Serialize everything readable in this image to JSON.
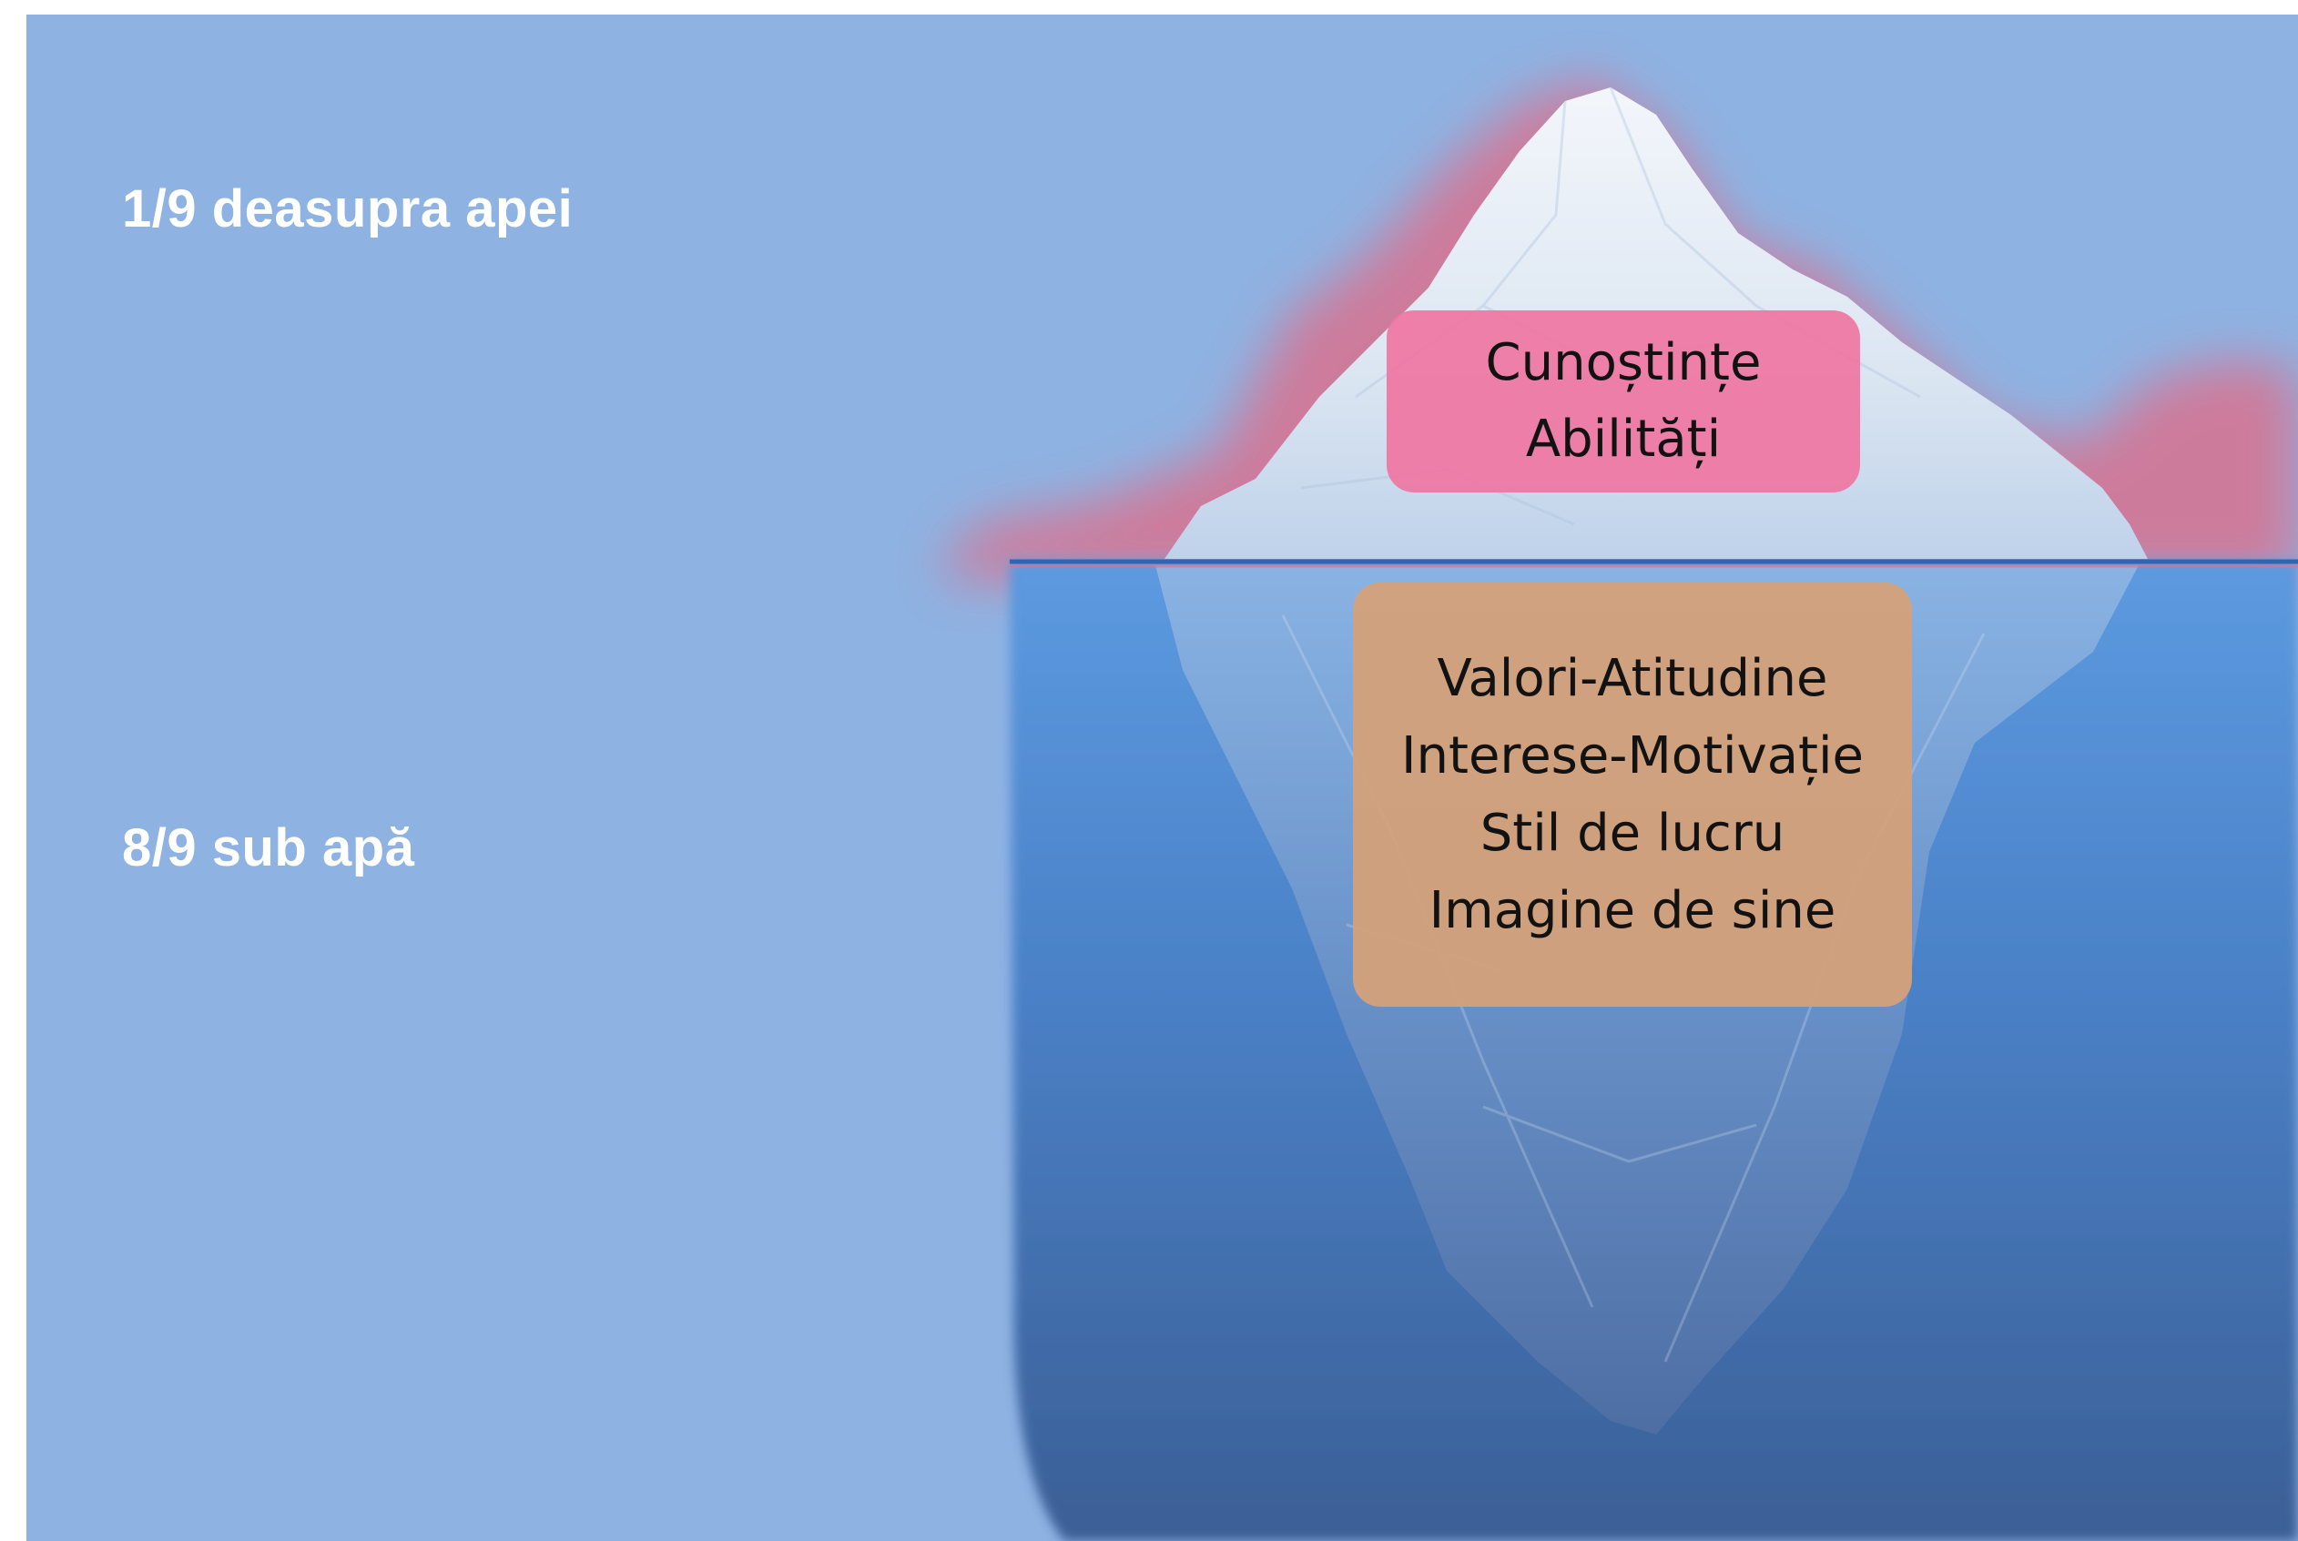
{
  "labels": {
    "above_water": "1/9 deasupra apei",
    "below_water": "8/9 sub apă"
  },
  "iceberg_top_box": {
    "lines": [
      "Cunoștințe",
      "Abilități"
    ]
  },
  "iceberg_bottom_box": {
    "lines": [
      "Valori-Atitudine",
      "Interese-Motivație",
      "Stil de lucru",
      "Imagine de sine"
    ]
  },
  "colors": {
    "background": "#8eb2e2",
    "water": "#4f86c8",
    "deep_water": "#3a5f98",
    "top_box": "#ee76a2",
    "bottom_box": "#d4a078",
    "label_text": "#ffffff",
    "glow": "#d9728f"
  }
}
